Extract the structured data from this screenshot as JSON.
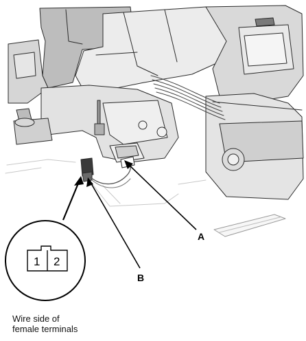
{
  "callouts": {
    "a": "A",
    "b": "B"
  },
  "connector": {
    "pins": [
      "1",
      "2"
    ]
  },
  "caption": {
    "line1": "Wire side of",
    "line2": "female terminals"
  }
}
